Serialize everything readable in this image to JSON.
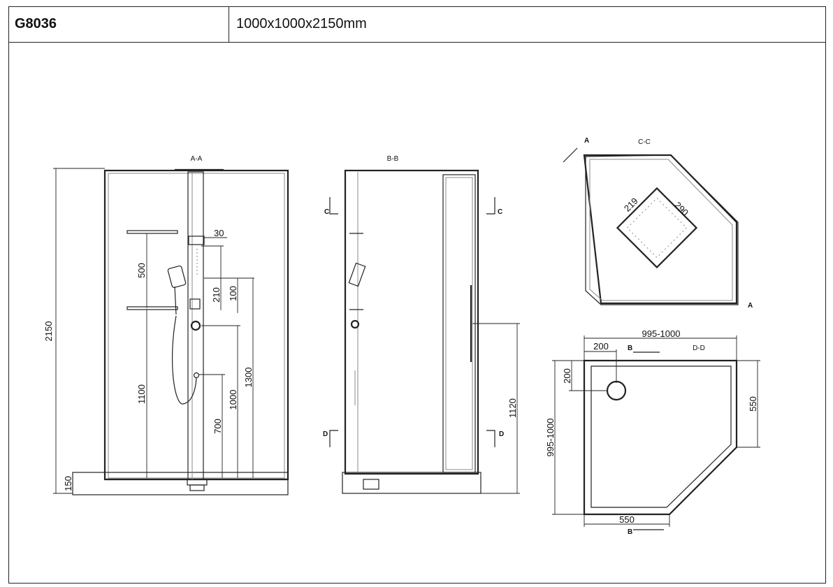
{
  "header": {
    "model": "G8036",
    "dimensions": "1000x1000x2150mm"
  },
  "views": {
    "aa": {
      "title": "A-A",
      "dims": {
        "total_height": "2150",
        "base_height": "150",
        "shelf_spacing": "500",
        "shelf_height": "1100",
        "offset_30": "30",
        "d210": "210",
        "d100": "100",
        "d1300": "1300",
        "d1000": "1000",
        "d700": "700"
      }
    },
    "bb": {
      "title": "B-B",
      "section_c": "C",
      "section_d": "D",
      "dims": {
        "d1120": "1120"
      }
    },
    "cc": {
      "title": "C-C",
      "marker_a": "A",
      "dims": {
        "d219": "219",
        "d290": "290"
      }
    },
    "dd": {
      "title": "D-D",
      "marker_b": "B",
      "dims": {
        "top_width": "995-1000",
        "side_height": "995-1000",
        "d200_top": "200",
        "d200_side": "200",
        "d550_right": "550",
        "d550_bottom": "550"
      }
    }
  }
}
